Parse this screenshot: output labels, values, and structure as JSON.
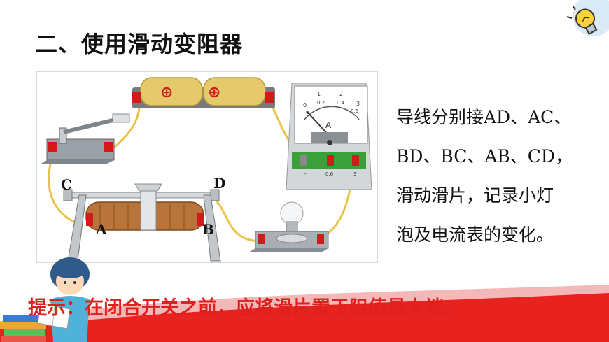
{
  "slide": {
    "heading": "二、使用滑动变阻器",
    "description_lines": [
      "导线分别接AD、AC、",
      "BD、BC、AB、CD，",
      "滑动滑片，记录小灯",
      "泡及电流表的变化。"
    ],
    "tip": "提示：在闭合开关之前，应将滑片置于阻值最大端。"
  },
  "circuit": {
    "terminal_labels": {
      "c": "C",
      "d": "D",
      "a": "A",
      "b": "B"
    },
    "battery_symbol": "⊕",
    "ammeter": {
      "unit_label": "A",
      "scale_top": [
        "0",
        "1",
        "2",
        "3"
      ],
      "scale_bottom": [
        "0",
        "0.2",
        "0.4",
        "0.6"
      ],
      "terminal_labels": [
        "-",
        "0.6",
        "3"
      ]
    }
  },
  "colors": {
    "tip_red": "#e0201c",
    "wire": "#e8c54a",
    "terminal_red": "#d11b1b",
    "band_red": "#e8231f"
  },
  "icons": [
    "lightbulb-icon",
    "reading-child-illustration"
  ]
}
